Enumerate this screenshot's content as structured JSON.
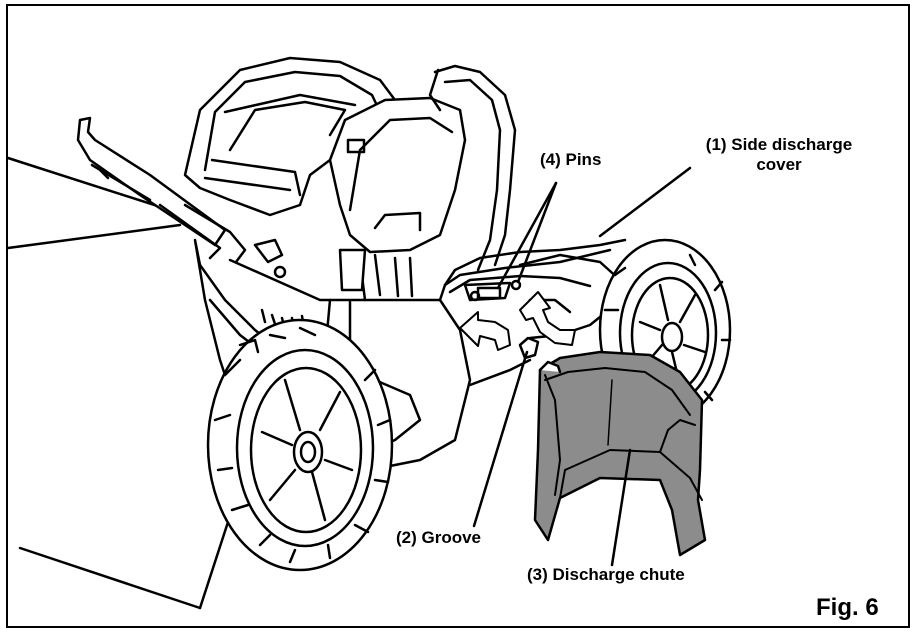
{
  "labels": {
    "side_cover_line1": "(1) Side discharge",
    "side_cover_line2": "cover",
    "pins": "(4) Pins",
    "groove": "(2) Groove",
    "chute": "(3) Discharge chute"
  },
  "figure": {
    "number": "Fig. 6"
  },
  "colors": {
    "line": "#000000",
    "chute_fill": "#8c8c8c",
    "chute_light": "#bdbdbd",
    "background": "#ffffff"
  }
}
